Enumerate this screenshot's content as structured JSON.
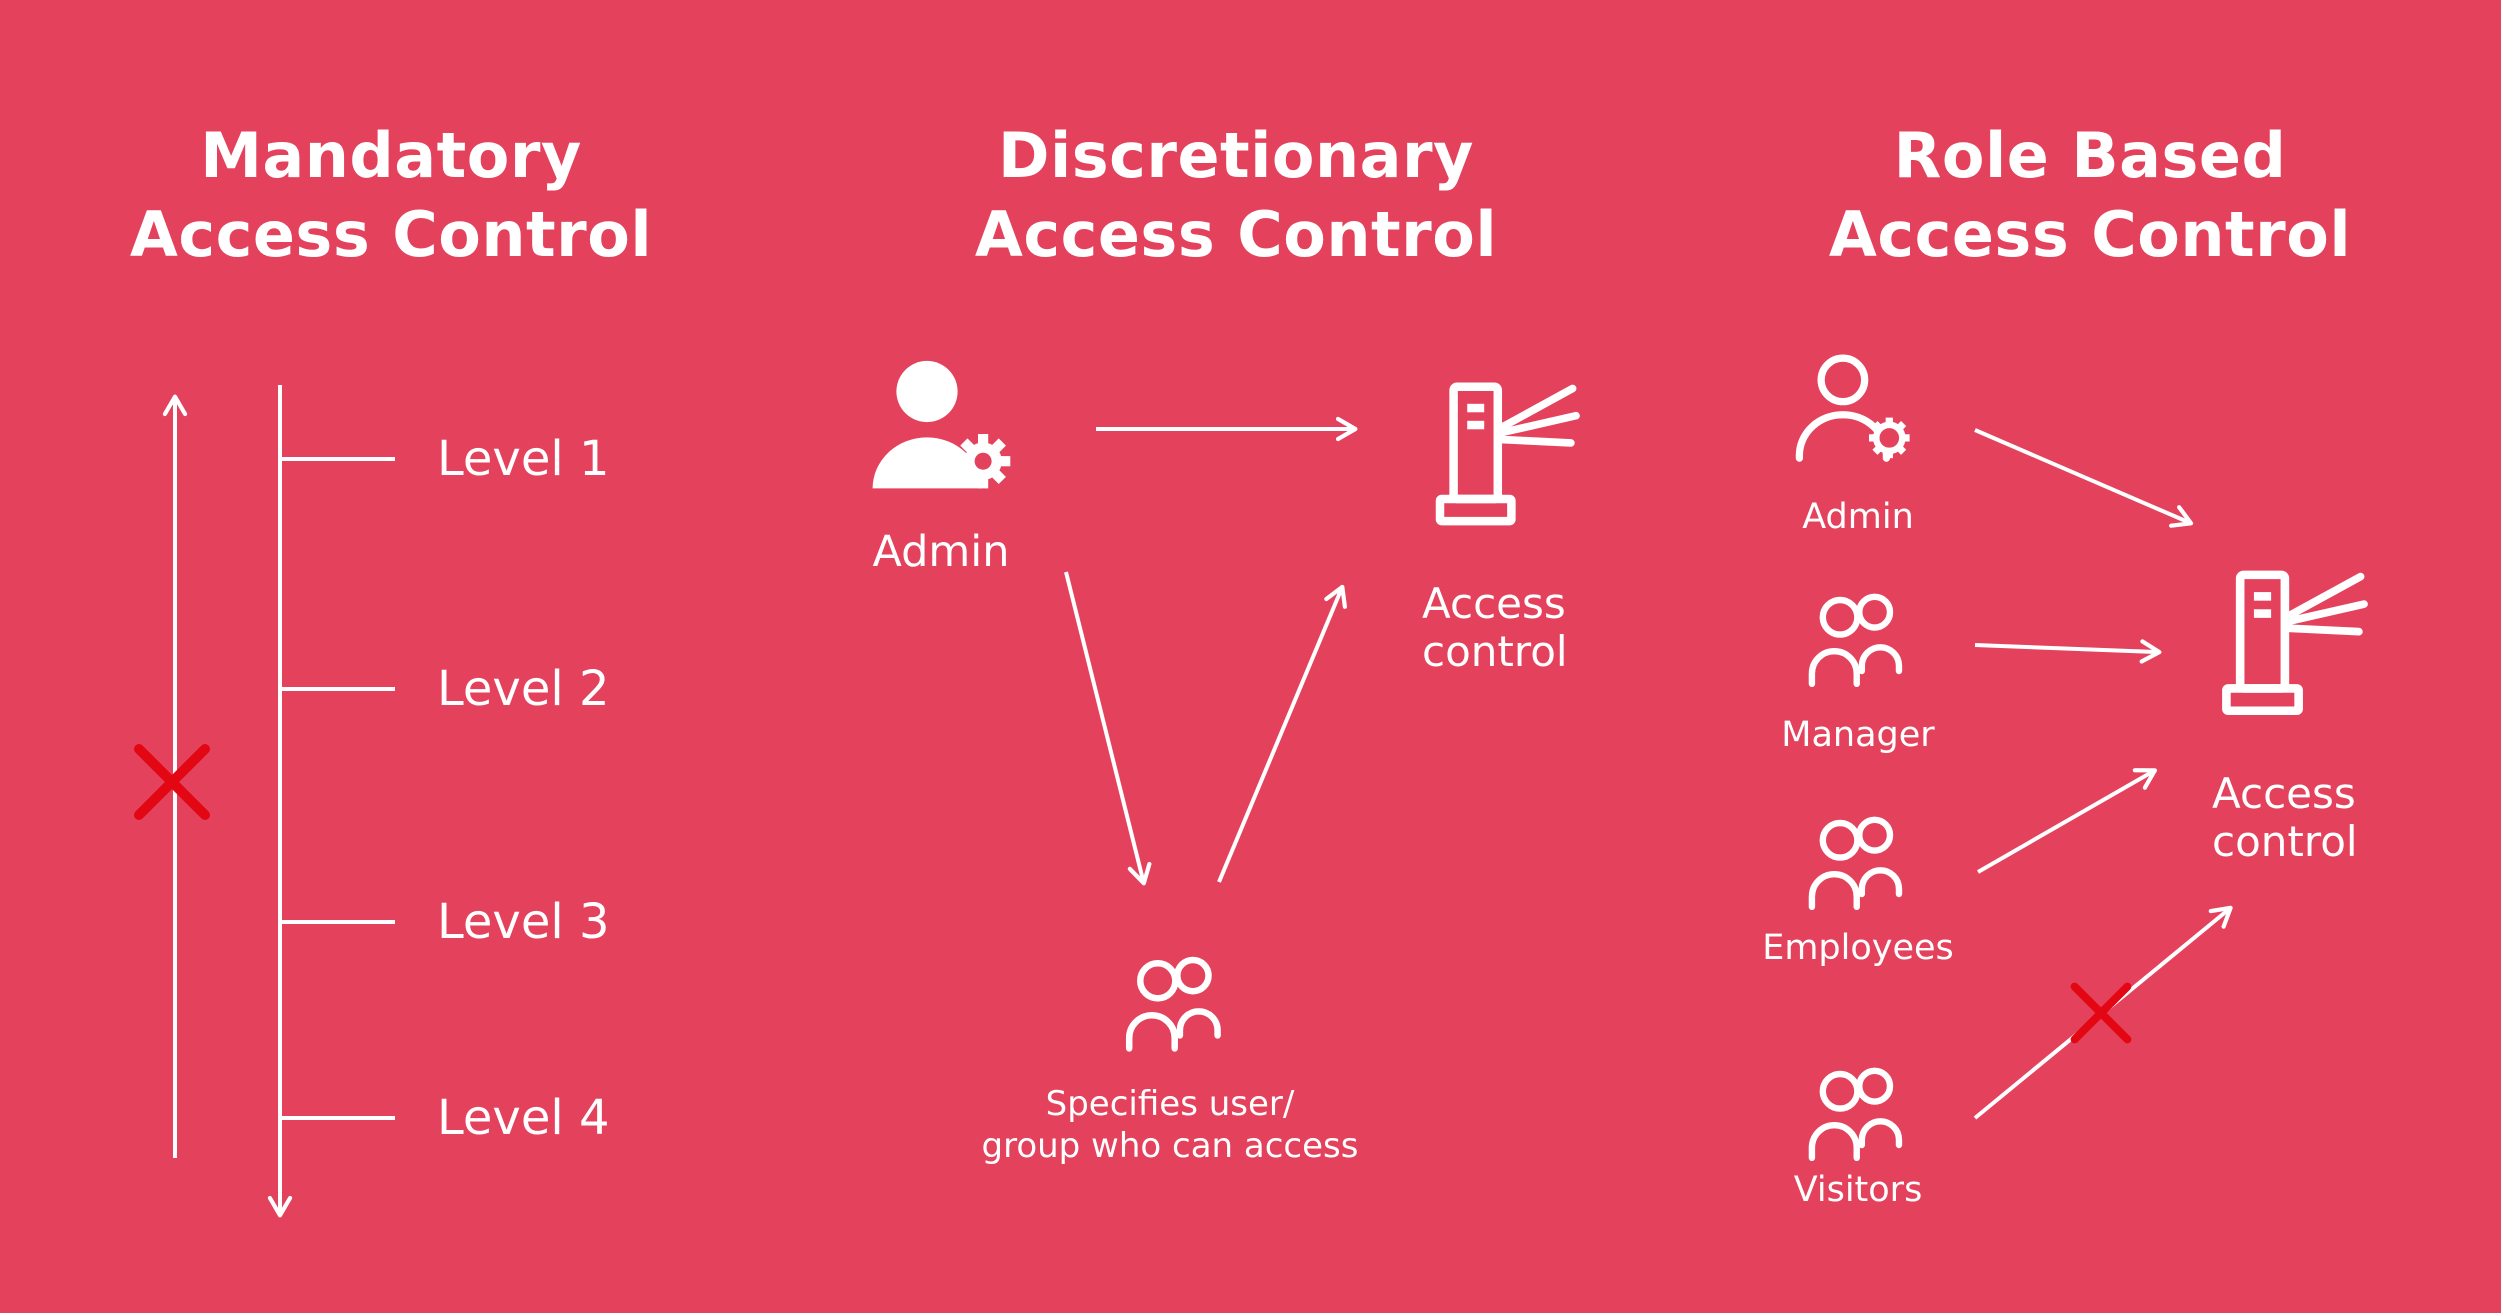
{
  "colors": {
    "background": "#E4415C",
    "foreground": "#FFFFFF",
    "denied_x": "#E30613"
  },
  "icons": {
    "admin_filled": "person-with-gear-icon",
    "admin_outline": "person-with-gear-icon",
    "group": "two-people-icon",
    "access_control": "turnstile-gate-icon",
    "denied": "red-x-mark-icon",
    "arrow": "white-arrow"
  },
  "sections": {
    "mandatory": {
      "title_line1": "Mandatory",
      "title_line2": "Access Control",
      "levels": [
        "Level 1",
        "Level 2",
        "Level 3",
        "Level 4"
      ]
    },
    "discretionary": {
      "title_line1": "Discretionary",
      "title_line2": "Access Control",
      "admin_label": "Admin",
      "access_control_label_line1": "Access",
      "access_control_label_line2": "control",
      "group_caption_line1": "Specifies user/",
      "group_caption_line2": "group who can access"
    },
    "role_based": {
      "title_line1": "Role Based",
      "title_line2": "Access Control",
      "roles": [
        "Admin",
        "Manager",
        "Employees",
        "Visitors"
      ],
      "access_control_label_line1": "Access",
      "access_control_label_line2": "control"
    }
  }
}
